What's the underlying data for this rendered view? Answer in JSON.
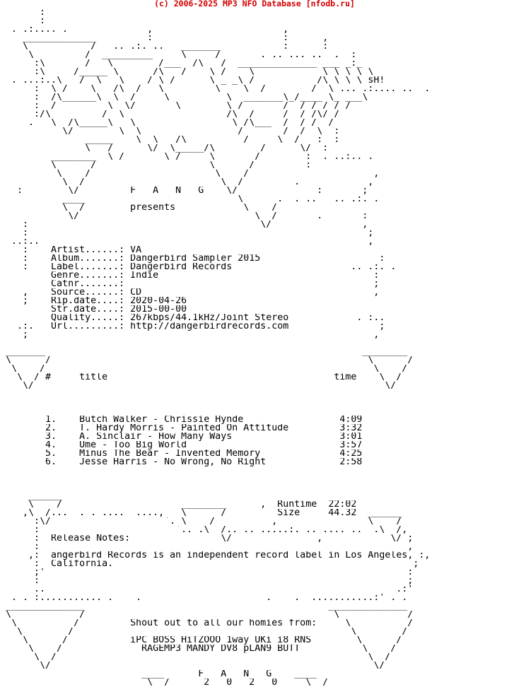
{
  "banner": "(c) 2006-2025 MP3 NFO Database [nfodb.ru]",
  "colors": {
    "banner": "#d40000",
    "text": "#000000",
    "background": "#ffffff"
  },
  "nfo_lines": [
    "       :",
    "       :",
    "  . .:.... .              ,                       ,",
    "    _____________         :                       :      ,",
    "    \\           /   .. .:. ..   _______           :      :",
    "     \\         /  _________     \\     /       . .. ... ..  .  :",
    "      :\\       /   \\        /___  /\\   /  ______________ ___ _:_",
    "      :\\     /_____ \\      /\\   /    \\ /    \\            \\ \\ \\ \\ \\",
    "  . ...:..\\   /  \\   \\    / \\ /      \\ _ _\\ /           /\\ \\ \\ \\ sH!",
    "      :  \\ /    \\   /\\  /   \\         \\    \\  /        /  \\ ... .:.... ..  .",
    "      :  /\\______\\  \\  /     \\          \\  _______\\_/____ \\_ ___\\",
    "      :  /         \\  \\/       \\        \\ /       /  / / / / /",
    "      :/\\         /  \\                  /\\  /     /  / /\\/ /",
    "     .   \\  /\\_____\\   \\                 \\ /\\___  /  / /  /",
    "           \\/        \\  \\                 /       /  /  \\  :",
    "               _____    \\  \\   /\\          /     \\  /   :  :",
    "               \\   /      \\/  \\_____/\\        /      \\/  :",
    "         ________  \\ /       \\ /     \\       /        :  . ..:.. .",
    "         \\      /                    \\      /         :",
    "          \\    /                      \\    /                      ,",
    "           \\  /                        \\  /         .            ,",
    "   :        \\/         F   A   N   G    \\/              :       ;",
    "           ____                           \\      .  . ..   .. .:. .",
    "           \\  /        presents            \\    /",
    "            \\/                               \\  /       .       :",
    "    :                                         \\/                ,",
    "    :                                                            ;",
    "  ..:..                                                          ,",
    "    :    Artist......: VA",
    "    :    Album.......: Dangerbird Sampler 2015                     :",
    "    :    Label.......: Dangerbird Records                     .. .:. .",
    "         Genre.......: Indie                                      :",
    "         Catnr.......:                                            ;",
    "    ,    Source......: CD                                         ,",
    "    ;    Rip.date....: 2020-04-26",
    "         Str.date....: 2015-00-00",
    "         Quality.....: 267kbps/44.1kHz/Joint Stereo            . :..",
    "   .:.   Url.........: http://dangerbirdrecords.com                ;",
    "    ;                                                             ,",
    "",
    " _______                                                        ________",
    " \\      /                                                        \\      /",
    "  \\    /                                                          \\    /",
    "   \\  / #     title                                        time    \\  /",
    "    \\/                                                              \\/",
    "",
    "",
    "",
    "        1.    Butch Walker - Chrissie Hynde                 4:09",
    "        2.    T. Hardy Morris - Painted On Attitude         3:32",
    "        3.    A. Sinclair - How Many Ways                   3:01",
    "        4.    Ume - Too Big World                           3:57",
    "        5.    Minus The Bear - Invented Memory              4:25",
    "        6.    Jesse Harris - No Wrong, No Right             2:58",
    "",
    "",
    "",
    "     ______",
    "     \\    /                     ________      ,  Runtime  22:02",
    "    ,\\  /...  . . ....  ....,   \\      /         Size     44.32  ______",
    "      :\\/                    `. \\    /          ,                \\    /",
    "      :                        `.. .\\  /.. .. .....:. .. .... ..  .\\  /,",
    "      :  Release Notes:                \\/               ,            \\/ ;",
    "      :                                                                 ,",
    "     ,:  angerbird Records is an independent record label in Los Angeles, :,",
    "      :  California.                                                     ;",
    "      ;'                                                                :",
    "      :                                                                 ;",
    "      ..                                                              .:'",
    "  . . :........... .    .                      .    .  ...........:' . .",
    " ______________                                           ______________",
    " \\            /                                            \\            /",
    "  \\          /         Shout out to all our homies from:     \\          /",
    "   \\        /                                                 \\        /",
    "    \\      /           iPC BOSS HiTZOOO 1way UKi i8 RNS        \\      /",
    "     \\    /              RAGEMP3 MANDY DV8 pLAN9 BUTT           \\    /",
    "      \\  /                                                       \\  /",
    "       \\/                                                         \\/",
    "                         ____      F   A   N   G    ____",
    "                          \\  /      2   0   2   0     \\  /",
    "                           \\/                          \\/"
  ]
}
